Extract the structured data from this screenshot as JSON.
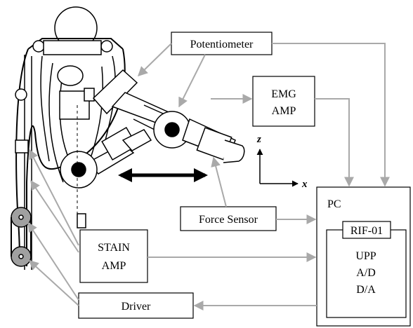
{
  "boxes": {
    "potentiometer": "Potentiometer",
    "emg_line1": "EMG",
    "emg_line2": "AMP",
    "force_sensor": "Force Sensor",
    "stain_line1": "STAIN",
    "stain_line2": "AMP",
    "driver": "Driver",
    "pc": "PC",
    "rif": "RIF-01",
    "upp": "UPP",
    "ad": "A/D",
    "da": "D/A"
  },
  "axes": {
    "z": "z",
    "x": "x"
  },
  "colors": {
    "arrow_gray": "#a9a9a9",
    "line": "#000000",
    "wheel": "#a0a0a0"
  }
}
